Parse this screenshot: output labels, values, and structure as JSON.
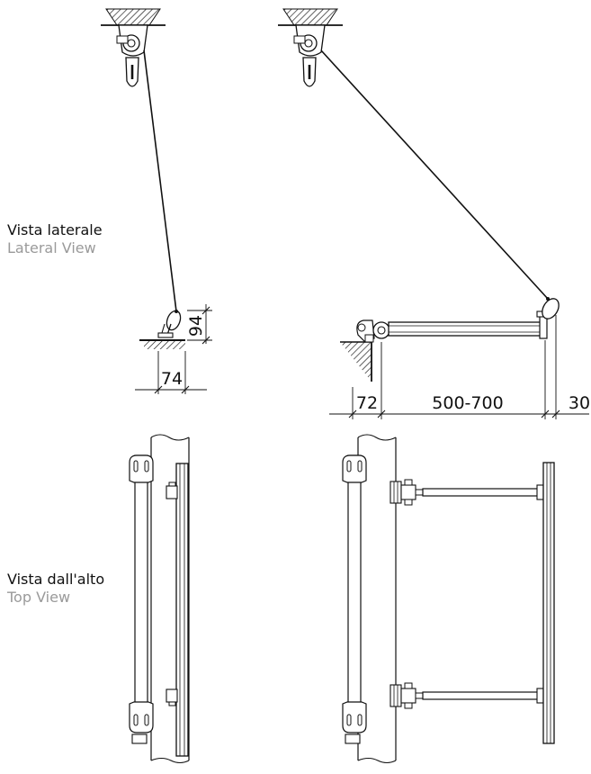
{
  "labels": {
    "lateral_it": "Vista laterale",
    "lateral_en": "Lateral View",
    "top_it": "Vista dall'alto",
    "top_en": "Top View"
  },
  "dimensions": {
    "height_closed": "94",
    "depth_closed": "74",
    "wall_offset": "72",
    "extension": "500-700",
    "tip": "30"
  },
  "colors": {
    "line": "#111111",
    "english_text": "#9a9a9a"
  }
}
